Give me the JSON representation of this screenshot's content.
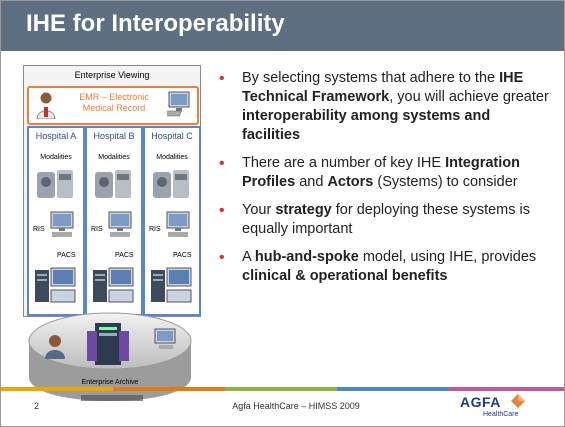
{
  "slide": {
    "title": "IHE for Interoperability",
    "page_number": "2",
    "footer": "Agfa HealthCare – HIMSS 2009"
  },
  "diagram": {
    "enterprise_viewing": "Enterprise Viewing",
    "emr_line1": "EMR – Electronic",
    "emr_line2": "Medical Record",
    "hospitals": [
      {
        "title": "Hospital A",
        "modalities": "Modalities",
        "ris": "RIS",
        "pacs": "PACS"
      },
      {
        "title": "Hospital B",
        "modalities": "Modalities",
        "ris": "RIS",
        "pacs": "PACS"
      },
      {
        "title": "Hospital C",
        "modalities": "Modalities",
        "ris": "RIS",
        "pacs": "PACS"
      }
    ],
    "archive": "Enterprise Archive"
  },
  "bullets": [
    [
      {
        "t": "By selecting systems that adhere to the ",
        "b": false
      },
      {
        "t": "IHE Technical Framework",
        "b": true
      },
      {
        "t": ", you will achieve greater ",
        "b": false
      },
      {
        "t": "interoperability among systems and facilities",
        "b": true
      }
    ],
    [
      {
        "t": "There are a number of key IHE ",
        "b": false
      },
      {
        "t": "Integration Profiles",
        "b": true
      },
      {
        "t": " and ",
        "b": false
      },
      {
        "t": "Actors",
        "b": true
      },
      {
        "t": " (Systems) to consider",
        "b": false
      }
    ],
    [
      {
        "t": "Your ",
        "b": false
      },
      {
        "t": "strategy",
        "b": true
      },
      {
        "t": " for deploying these systems is equally important",
        "b": false
      }
    ],
    [
      {
        "t": "A ",
        "b": false
      },
      {
        "t": "hub-and-spoke",
        "b": true
      },
      {
        "t": " model, using IHE, provides ",
        "b": false
      },
      {
        "t": "clinical & operational benefits",
        "b": true
      }
    ]
  ],
  "logo": {
    "name": "AGFA",
    "sub": "HealthCare"
  },
  "colors": {
    "title_bar": "#5d6f80",
    "bullet": "#d3322a",
    "emr_border": "#e8813a",
    "hospital_border": "#5b86c8",
    "stripe_1": "#f0a800",
    "stripe_2": "#e07b10",
    "stripe_3": "#8cb63c",
    "stripe_4": "#4a86c8",
    "stripe_5": "#c05a9b"
  }
}
